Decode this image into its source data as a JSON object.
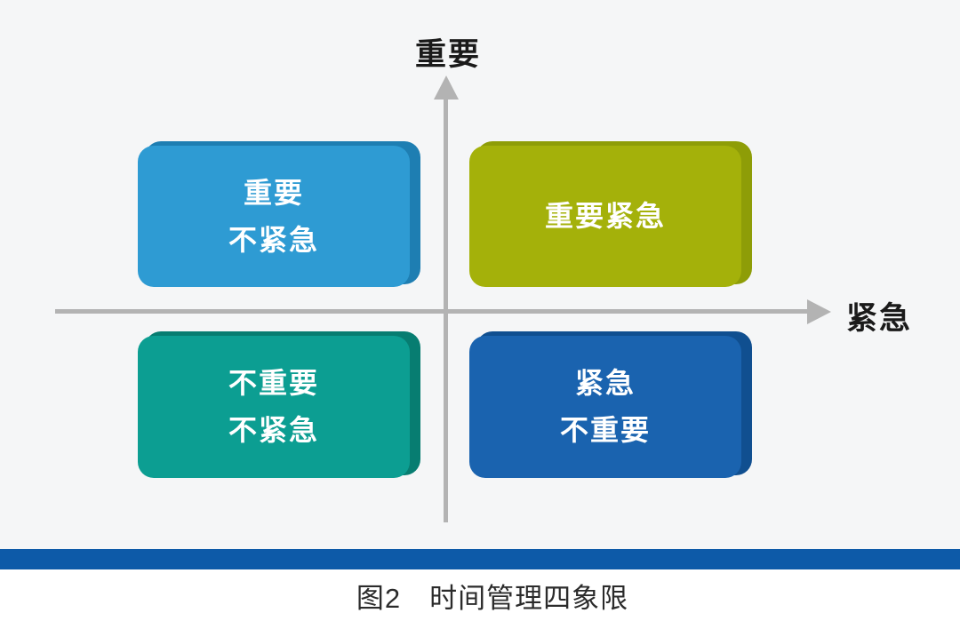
{
  "axes": {
    "y_label": "重要",
    "x_label": "紧急"
  },
  "quadrants": {
    "top_left": {
      "line1": "重要",
      "line2": "不紧急",
      "fill": "#2E9BD3",
      "edge": "#1E7EB2"
    },
    "top_right": {
      "line1": "重要紧急",
      "line2": "",
      "fill": "#A4B10A",
      "edge": "#8E9D07"
    },
    "bottom_left": {
      "line1": "不重要",
      "line2": "不紧急",
      "fill": "#0C9E92",
      "edge": "#077D71"
    },
    "bottom_right": {
      "line1": "紧急",
      "line2": "不重要",
      "fill": "#1A63AF",
      "edge": "#104F90"
    }
  },
  "caption": "图2　时间管理四象限",
  "colors": {
    "canvas_bg": "#F5F6F7",
    "page_bg": "#FFFFFF",
    "axis": "#B3B3B3",
    "divider_bar": "#0D5AA8",
    "box_text": "#FFFFFF",
    "label_text": "#1A1A1A",
    "caption_text": "#2B2B2B"
  }
}
